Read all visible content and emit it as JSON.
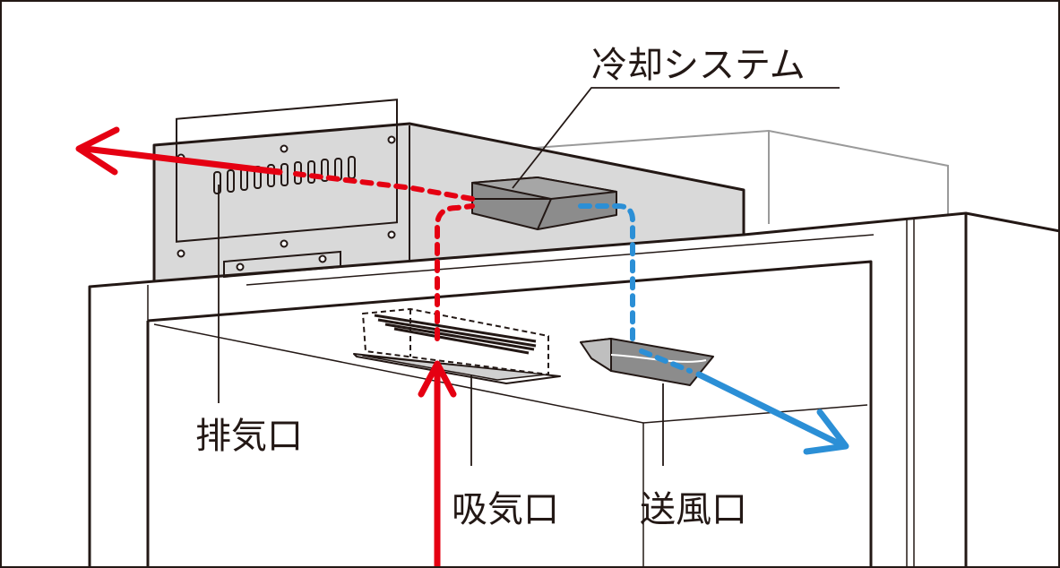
{
  "labels": {
    "cooling_system": "冷却システム",
    "exhaust": "排気口",
    "intake": "吸気口",
    "outlet": "送風口"
  },
  "colors": {
    "line": "#231815",
    "panel": "#d9d9d9",
    "vent_box": "#8c8c8c",
    "hot_air": "#e50012",
    "cool_air": "#2b8fd6",
    "ghost": "#9a9a9a"
  }
}
